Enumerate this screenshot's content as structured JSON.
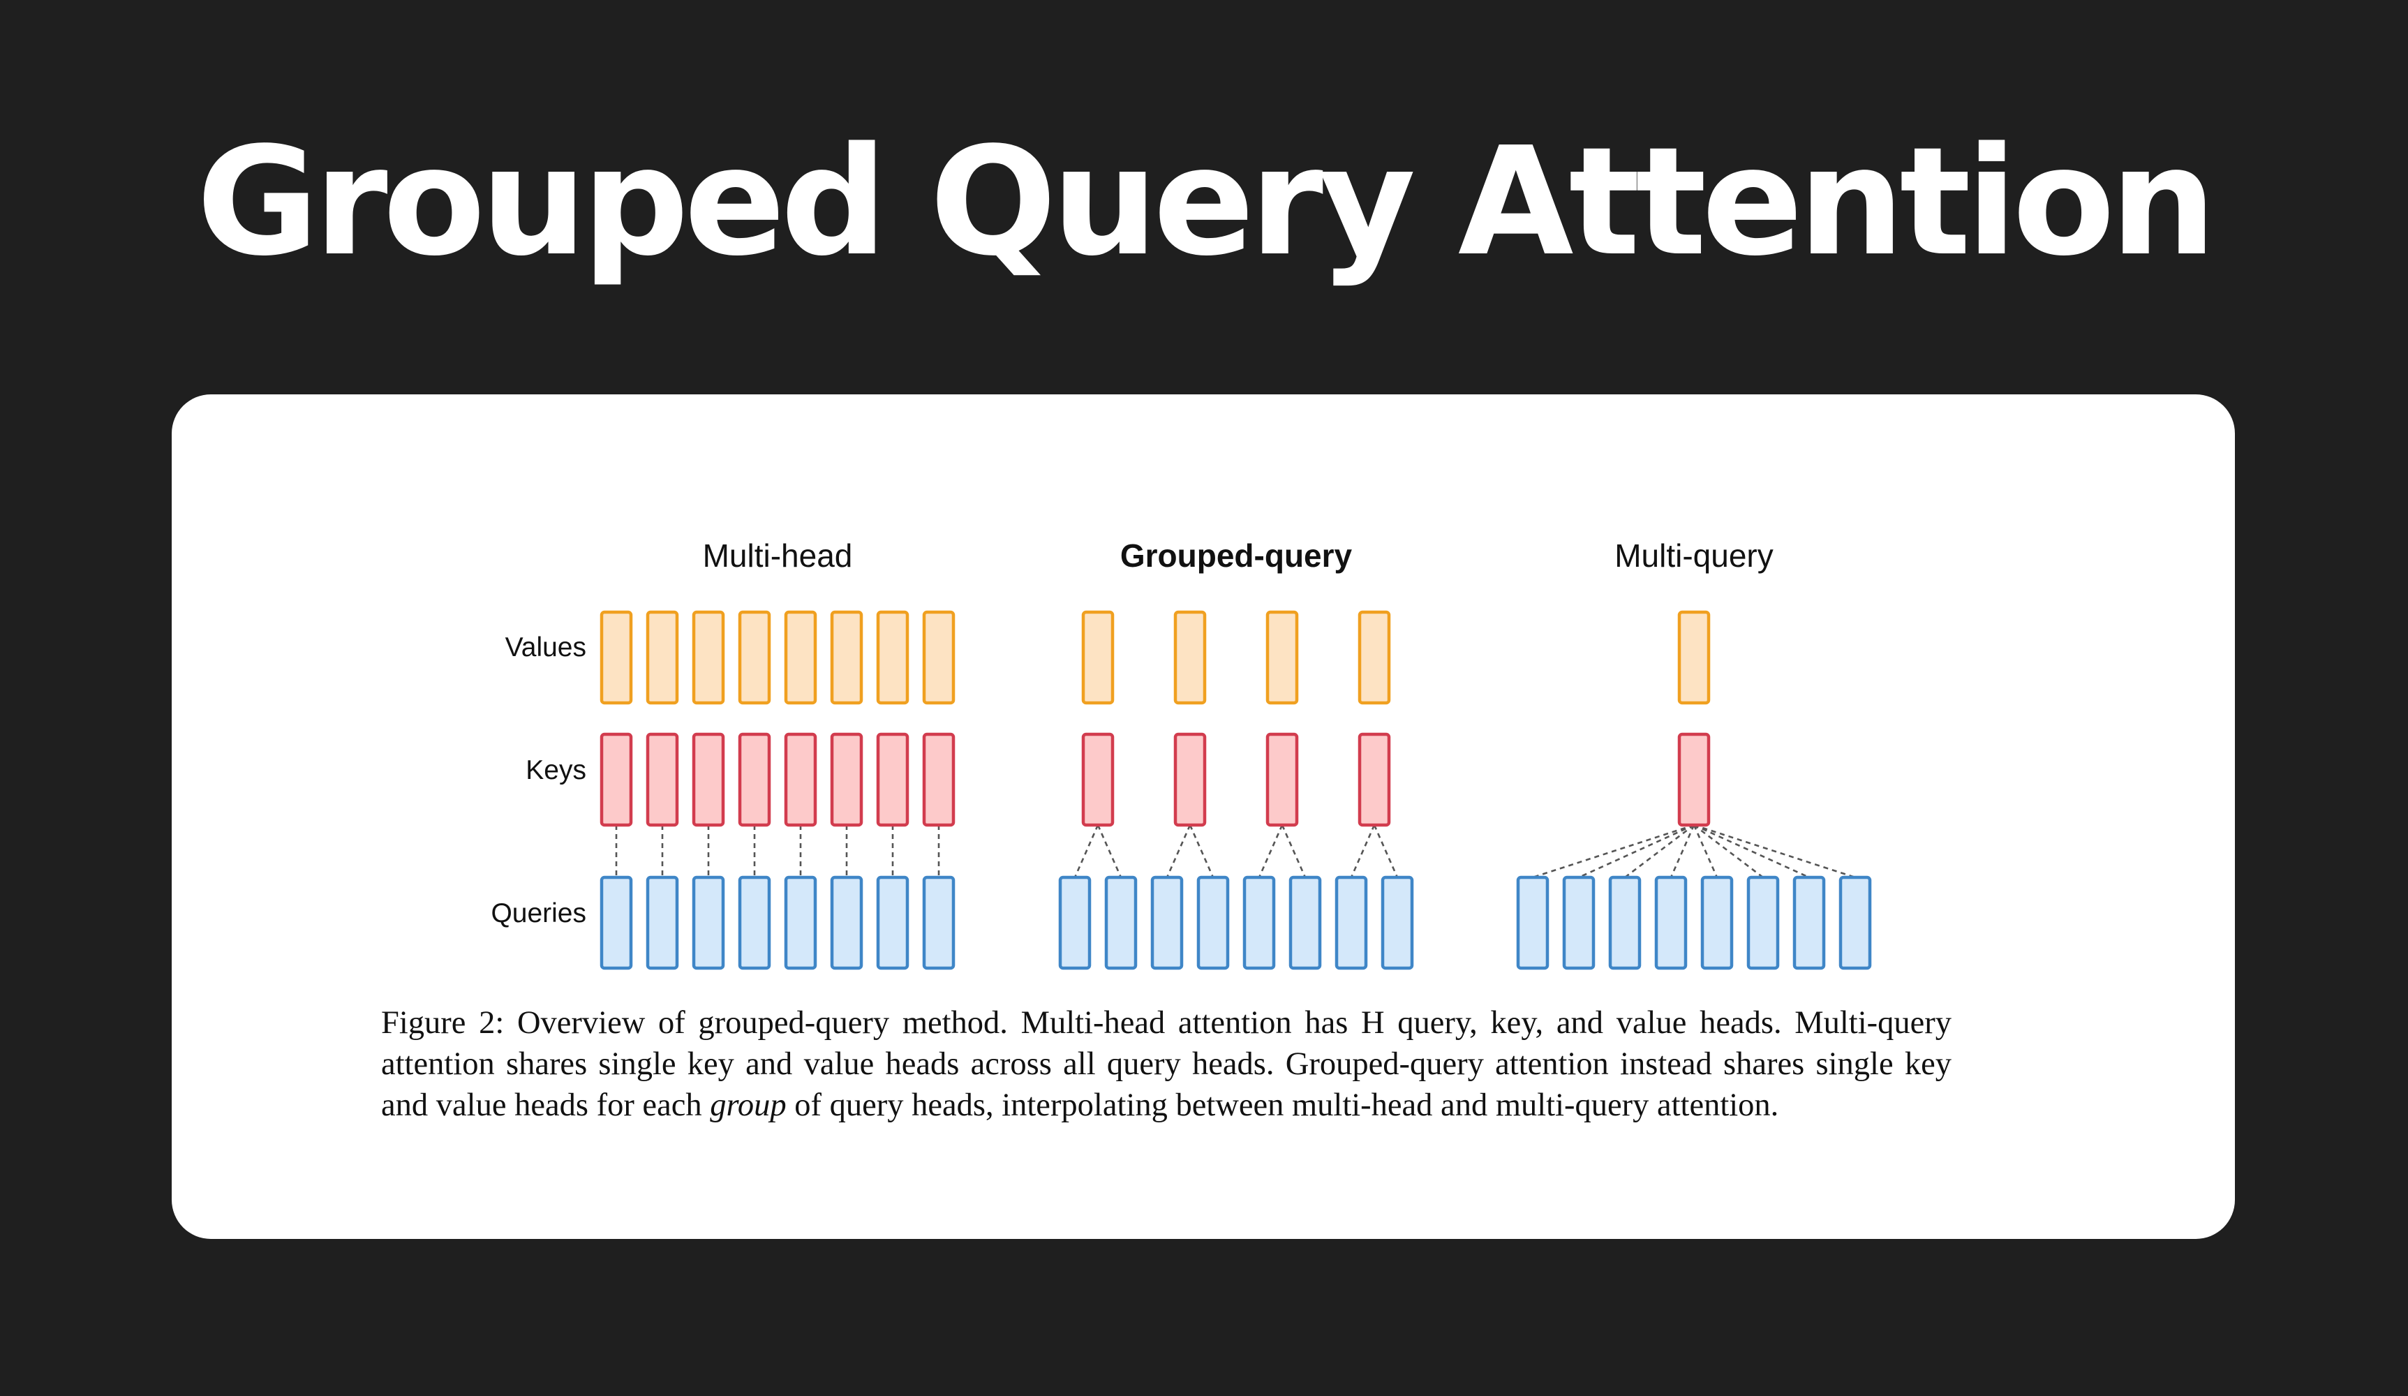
{
  "title": "Grouped Query Attention",
  "diagram": {
    "panels": [
      {
        "title": "Multi-head",
        "bold": false,
        "queries": 8,
        "kv_heads": 8
      },
      {
        "title": "Grouped-query",
        "bold": true,
        "queries": 8,
        "kv_heads": 4
      },
      {
        "title": "Multi-query",
        "bold": false,
        "queries": 8,
        "kv_heads": 1
      }
    ],
    "row_labels": {
      "values": "Values",
      "keys": "Keys",
      "queries": "Queries"
    },
    "colors": {
      "values_fill": "#fde3c3",
      "values_stroke": "#f0a020",
      "keys_fill": "#fdcaca",
      "keys_stroke": "#d23c4e",
      "queries_fill": "#d4e8fa",
      "queries_stroke": "#3f86c7",
      "connector": "#555555"
    }
  },
  "caption": {
    "part1": "Figure 2: Overview of grouped-query method. Multi-head attention has H query, key, and value heads. Multi-query attention shares single key and value heads across all query heads. Grouped-query attention instead shares single key and value heads for each ",
    "emphasis": "group",
    "part2": " of query heads, interpolating between multi-head and multi-query attention."
  }
}
